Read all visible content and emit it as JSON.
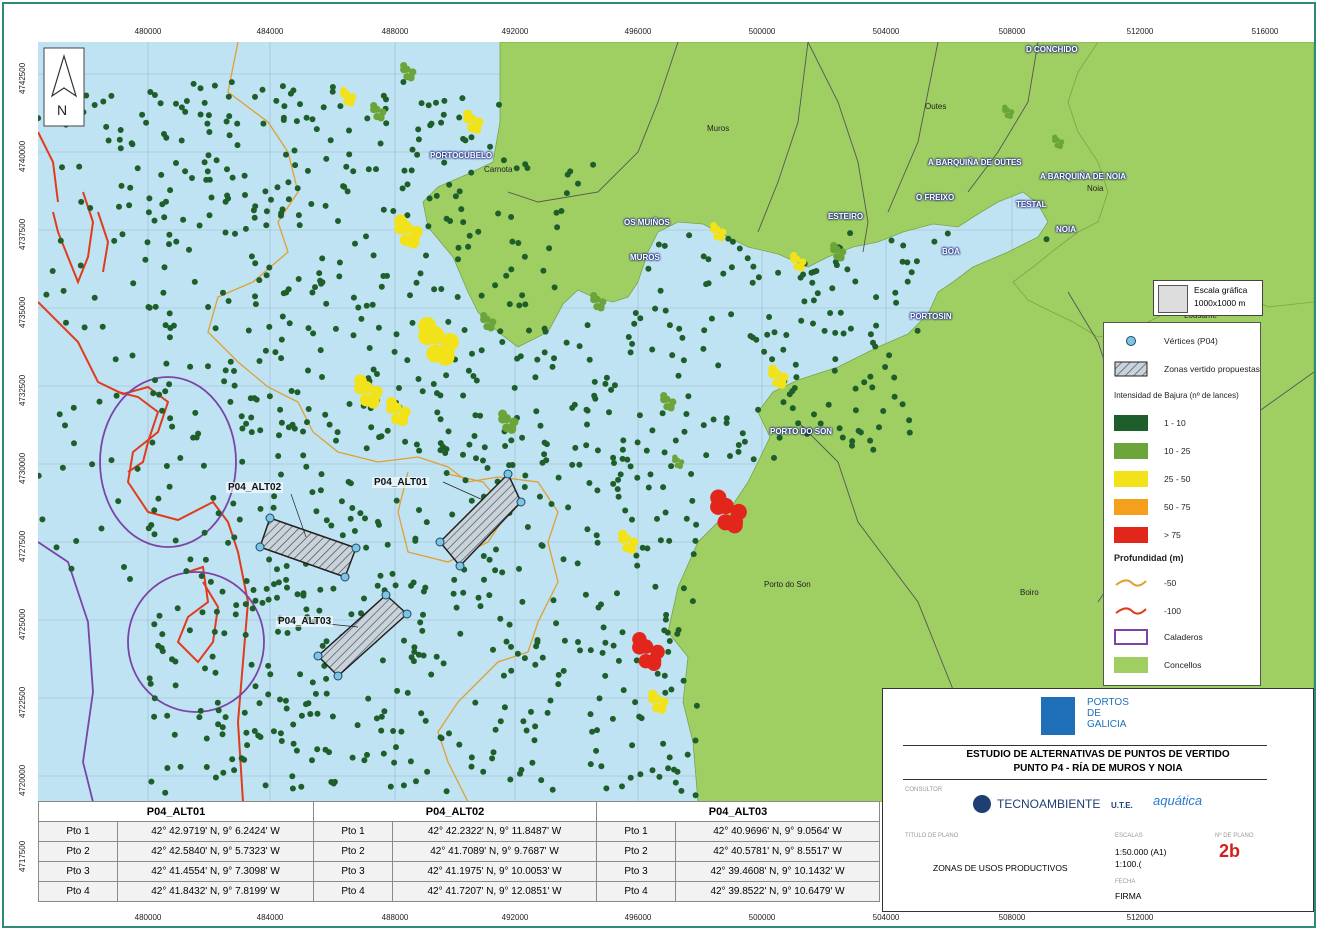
{
  "axes": {
    "x_ticks": [
      "480000",
      "484000",
      "488000",
      "492000",
      "496000",
      "500000",
      "504000",
      "508000",
      "512000",
      "516000"
    ],
    "y_ticks": [
      "4742500",
      "4740000",
      "4737500",
      "4735000",
      "4732500",
      "4730000",
      "4727500",
      "4725000",
      "4722500",
      "4720000",
      "4717500"
    ]
  },
  "map": {
    "places": [
      {
        "name": "D CONCHIDO"
      },
      {
        "name": "PORTOCUBELO"
      },
      {
        "name": "A BARQUIÑA DE OUTES"
      },
      {
        "name": "A BARQUIÑA DE NOIA"
      },
      {
        "name": "O FREIXO"
      },
      {
        "name": "TESTAL"
      },
      {
        "name": "ESTEIRO"
      },
      {
        "name": "OS MUIÑOS"
      },
      {
        "name": "MUROS"
      },
      {
        "name": "NOIA"
      },
      {
        "name": "BOA"
      },
      {
        "name": "PORTOSIN"
      },
      {
        "name": "PORTO DO SON"
      }
    ],
    "municipalities": [
      "Outes",
      "Muros",
      "Carnota",
      "Noia",
      "Porto do Son",
      "Boiro",
      "Lousame"
    ],
    "zones": [
      {
        "label": "P04_ALT01"
      },
      {
        "label": "P04_ALT02"
      },
      {
        "label": "P04_ALT03"
      }
    ],
    "north_label": "N"
  },
  "scale_bar": {
    "line1": "Escala gráfica",
    "line2": "1000x1000 m"
  },
  "legend": {
    "vertices": "Vértices (P04)",
    "zones": "Zonas vertido propuestas",
    "intensity_title": "Intensidad de Bajura (nº de lances)",
    "intensity_classes": [
      {
        "label": "1 - 10",
        "color": "#1e5e2a"
      },
      {
        "label": "10 - 25",
        "color": "#6ba53a"
      },
      {
        "label": "25 - 50",
        "color": "#f2e21a"
      },
      {
        "label": "50 - 75",
        "color": "#f5a01c"
      },
      {
        "label": "> 75",
        "color": "#e3261b"
      }
    ],
    "depth_title": "Profundidad (m)",
    "depth_classes": [
      {
        "label": "-50",
        "color": "#e0a030"
      },
      {
        "label": "-100",
        "color": "#e03c1c"
      }
    ],
    "fishing": "Caladeros",
    "councils": "Concellos",
    "colors": {
      "sea": "#bfe3f2",
      "land": "#9fcf63",
      "fishing": "#7a44a8"
    }
  },
  "title_block": {
    "org_line1": "PORTOS",
    "org_line2": "DE",
    "org_line3": "GALICIA",
    "study_line1": "ESTUDIO DE ALTERNATIVAS DE PUNTOS DE VERTIDO",
    "study_line2": "PUNTO P4 - RÍA DE MUROS Y NOIA",
    "consultor_caption": "CONSULTOR",
    "consultant": "TECNOAMBIENTE",
    "ute": "U.T.E.",
    "partner": "aquática",
    "plan_title_caption": "TITULO DE PLANO",
    "plan_title": "ZONAS DE USOS PRODUCTIVOS",
    "scales_caption": "ESCALAS",
    "scale1": "1:50.000 (A1)",
    "scale2": "1:100.(",
    "plan_no_caption": "Nº DE PLANO",
    "plan_no": "2b",
    "date_caption": "FECHA",
    "firma": "FIRMA"
  },
  "coords_table": {
    "headers": [
      "P04_ALT01",
      "P04_ALT02",
      "P04_ALT03"
    ],
    "rows": [
      [
        "Pto 1",
        "42° 42.9719' N, 9° 6.2424' W",
        "Pto 1",
        "42° 42.2322' N, 9° 11.8487' W",
        "Pto 1",
        "42° 40.9696' N, 9° 9.0564' W"
      ],
      [
        "Pto 2",
        "42° 42.5840' N, 9° 5.7323' W",
        "Pto 2",
        "42° 41.7089' N, 9° 9.7687' W",
        "Pto 2",
        "42° 40.5781' N, 9° 8.5517' W"
      ],
      [
        "Pto 3",
        "42° 41.4554' N, 9° 7.3098' W",
        "Pto 3",
        "42° 41.1975' N, 9° 10.0053' W",
        "Pto 3",
        "42° 39.4608' N, 9° 10.1432' W"
      ],
      [
        "Pto 4",
        "42° 41.8432' N, 9° 7.8199' W",
        "Pto 4",
        "42° 41.7207' N, 9° 12.0851' W",
        "Pto 4",
        "42° 39.8522' N, 9° 10.6479' W"
      ]
    ]
  }
}
